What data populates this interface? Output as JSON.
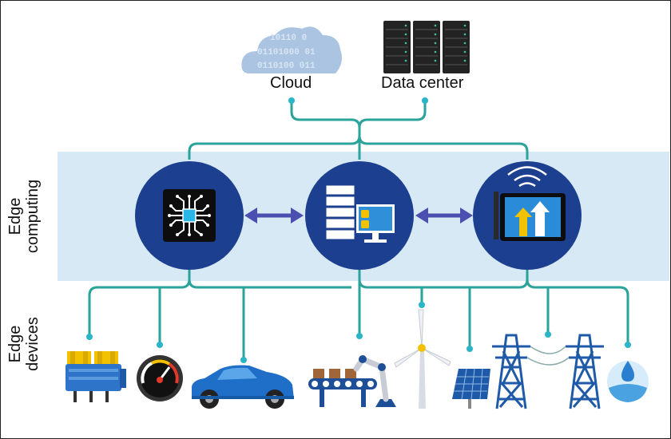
{
  "labels": {
    "cloud": "Cloud",
    "data_center": "Data center",
    "edge_computing_1": "Edge",
    "edge_computing_2": "computing",
    "edge_devices_1": "Edge",
    "edge_devices_2": "devices"
  },
  "cloud_binary": [
    "10110 0",
    "01101000 01",
    "0110100 011"
  ],
  "colors": {
    "connector": "#2aa39a",
    "node_dot": "#2ab5c8",
    "band": "#d6e9f5",
    "node_circle": "#1d3f8f",
    "arrow": "#4a4fb0",
    "cloud": "#aac4e2"
  },
  "icons": {
    "edge_nodes": [
      "microchip-icon",
      "server-monitor-icon",
      "wireless-tablet-icon"
    ],
    "devices": [
      "engine-block-icon",
      "speedometer-icon",
      "car-icon",
      "robot-conveyor-icon",
      "wind-turbine-icon",
      "solar-panel-icon",
      "power-tower-icon",
      "water-drop-icon"
    ]
  }
}
